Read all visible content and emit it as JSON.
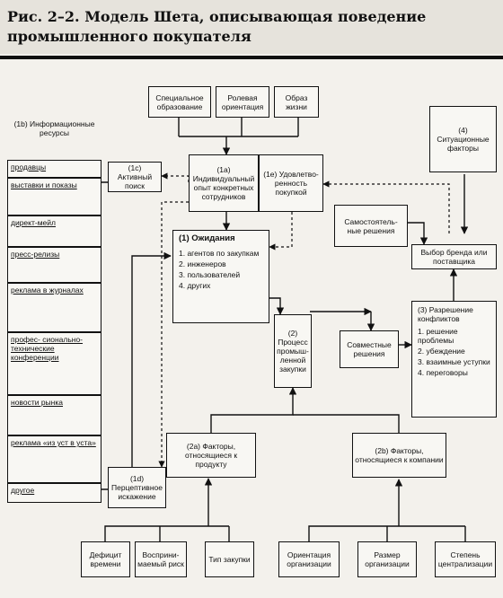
{
  "title": "Рис. 2–2. Модель Шета, описывающая поведение промышленного покупателя",
  "boxes": {
    "spec_edu": "Специальное образование",
    "role": "Ролевая ориентация",
    "lifestyle": "Образ жизни",
    "situational": "(4) Ситуационные факторы",
    "info_label": "(1b) Информационные ресурсы",
    "active": "(1c) Активный поиск",
    "exp1a": "(1a) Индивидуальный опыт конкретных сотрудников",
    "sat1e": "(1e) Удовлетво- ренность покупкой",
    "autonomous": "Самостоятель- ные решения",
    "brand": "Выбор бренда или поставщика",
    "expect_title": "(1) Ожидания",
    "expect_items": [
      "1. агентов по закупкам",
      "2. инженеров",
      "3. пользователей",
      "4. других"
    ],
    "process": "(2) Процесс промыш- ленной закупки",
    "joint": "Совместные решения",
    "conflict_title": "(3) Разрешение конфликтов",
    "conflict_items": [
      "1. решение проблемы",
      "2. убеждение",
      "3. взаимные уступки",
      "4. переговоры"
    ],
    "prod": "(2a) Факторы, относящиеся к продукту",
    "comp": "(2b) Факторы, относящиеся к компании",
    "distort": "(1d) Перцептивное искажение",
    "deficit": "Дефицит времени",
    "risk": "Восприни- маемый риск",
    "ptype": "Тип закупки",
    "orient": "Ориентация организации",
    "size": "Размер организации",
    "central": "Степень централизации"
  },
  "sources": [
    "продавцы",
    "выставки и показы",
    "директ-мейл",
    "пресс-релизы",
    "реклама в журналах",
    "профес- сионально- технические конференции",
    "новости рынка",
    "реклама «из уст в уста»",
    "другое"
  ]
}
